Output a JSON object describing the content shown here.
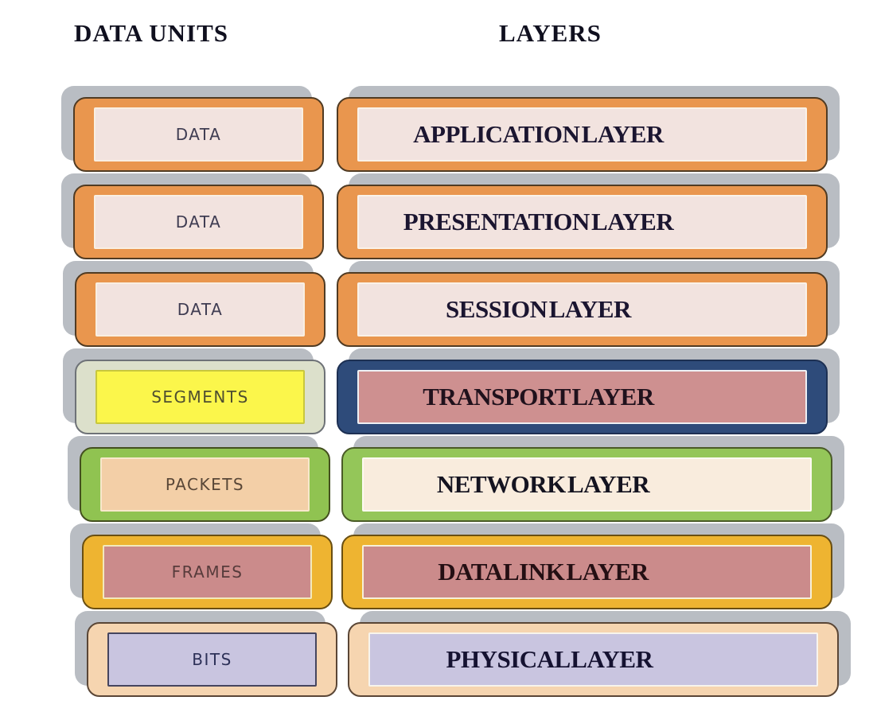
{
  "headers": {
    "data_units": "DATA UNITS",
    "layers": "LAYERS"
  },
  "rows": [
    {
      "unit_label": "DATA",
      "layer_label": "APPLICATION LAYER",
      "unit_colors": {
        "outer_bg": "#e9964e",
        "outer_border": "#503b23",
        "inner_bg": "#f2e3df",
        "inner_border": "#f9efe2",
        "text": "#3f3c52"
      },
      "layer_colors": {
        "outer_bg": "#e9964e",
        "outer_border": "#503b23",
        "inner_bg": "#f2e3df",
        "inner_border": "#faf2e8",
        "text": "#1b1530"
      }
    },
    {
      "unit_label": "DATA",
      "layer_label": "PRESENTATION LAYER",
      "unit_colors": {
        "outer_bg": "#e9964e",
        "outer_border": "#503b23",
        "inner_bg": "#f2e3df",
        "inner_border": "#f9efe2",
        "text": "#3f3c52"
      },
      "layer_colors": {
        "outer_bg": "#e9964e",
        "outer_border": "#503b23",
        "inner_bg": "#f2e3df",
        "inner_border": "#faf2e8",
        "text": "#1b1530"
      }
    },
    {
      "unit_label": "DATA",
      "layer_label": "SESSION LAYER",
      "unit_colors": {
        "outer_bg": "#e9964e",
        "outer_border": "#503b23",
        "inner_bg": "#f2e3df",
        "inner_border": "#f9efe2",
        "text": "#3f3c52"
      },
      "layer_colors": {
        "outer_bg": "#e9964e",
        "outer_border": "#503b23",
        "inner_bg": "#f2e3df",
        "inner_border": "#faf2e8",
        "text": "#1b1530"
      }
    },
    {
      "unit_label": "SEGMENTS",
      "layer_label": "TRANSPORT LAYER",
      "unit_colors": {
        "outer_bg": "#dce0cb",
        "outer_border": "#6e7277",
        "inner_bg": "#fbf64b",
        "inner_border": "#c8c73d",
        "text": "#4e4e30"
      },
      "layer_colors": {
        "outer_bg": "#2e4b7a",
        "outer_border": "#1d3053",
        "inner_bg": "#ce9090",
        "inner_border": "#eef0f4",
        "text": "#20111c"
      }
    },
    {
      "unit_label": "PACKETS",
      "layer_label": "NETWORK LAYER",
      "unit_colors": {
        "outer_bg": "#90c351",
        "outer_border": "#44501f",
        "inner_bg": "#f3cfa7",
        "inner_border": "#f8e8cb",
        "text": "#594737"
      },
      "layer_colors": {
        "outer_bg": "#94c659",
        "outer_border": "#4a5b27",
        "inner_bg": "#f9ecdd",
        "inner_border": "#fdfaf1",
        "text": "#141320"
      }
    },
    {
      "unit_label": "FRAMES",
      "layer_label": "DATA LINK LAYER",
      "unit_colors": {
        "outer_bg": "#eeb431",
        "outer_border": "#6a4f12",
        "inner_bg": "#cb8b8b",
        "inner_border": "#f2e9bb",
        "text": "#573b3b"
      },
      "layer_colors": {
        "outer_bg": "#eeb431",
        "outer_border": "#6a4f12",
        "inner_bg": "#cb8b8b",
        "inner_border": "#f6f0d8",
        "text": "#240f13"
      }
    },
    {
      "unit_label": "BITS",
      "layer_label": "PHYSICAL LAYER",
      "unit_colors": {
        "outer_bg": "#f6d5b0",
        "outer_border": "#5a4636",
        "inner_bg": "#c9c5e0",
        "inner_border": "#45455e",
        "text": "#2d3158"
      },
      "layer_colors": {
        "outer_bg": "#f6d5b0",
        "outer_border": "#5a4636",
        "inner_bg": "#c9c5e0",
        "inner_border": "#f8f4ec",
        "text": "#151231"
      }
    }
  ],
  "palette": {
    "background": "#ffffff",
    "shadow": "#b9bdc3",
    "header_text": "#10101f"
  }
}
